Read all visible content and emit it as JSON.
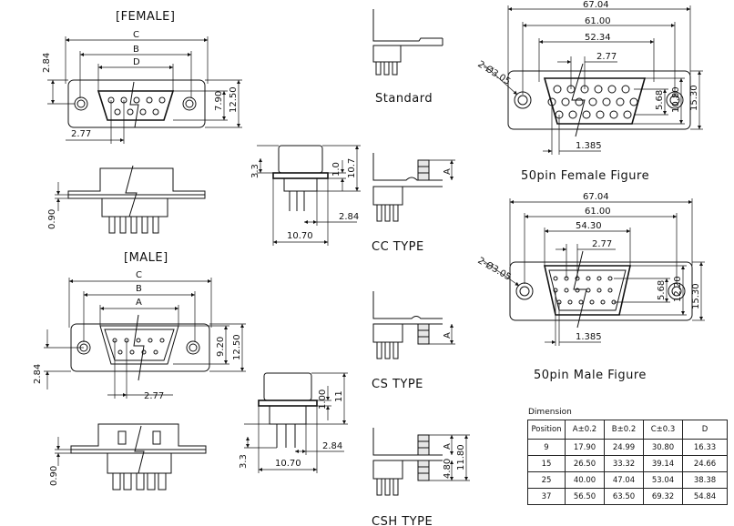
{
  "captions": {
    "female": "[FEMALE]",
    "male": "[MALE]",
    "standard": "Standard",
    "cc": "CC TYPE",
    "cs": "CS TYPE",
    "csh": "CSH TYPE",
    "female_fig": "50pin  Female  Figure",
    "male_fig": "50pin  Male  Figure"
  },
  "dims": {
    "f_c": "C",
    "f_b": "B",
    "f_d": "D",
    "f_284": "2.84",
    "f_790": "7.90",
    "f_1250": "12.50",
    "f_277": "2.77",
    "f_090": "0.90",
    "m_c": "C",
    "m_b": "B",
    "m_a": "A",
    "m_284": "2.84",
    "m_920": "9.20",
    "m_1250": "12.50",
    "m_277": "2.77",
    "m_090": "0.90",
    "s1_33": "3.3",
    "s1_10": "1.0",
    "s1_107": "10.7",
    "s1_284": "2.84",
    "s1_1070": "10.70",
    "s2_100": "1.00",
    "s2_11": "11",
    "s2_284": "2.84",
    "s2_33": "3.3",
    "s2_1070": "10.70",
    "cc_a": "A",
    "cs_a": "A",
    "csh_a": "A",
    "csh_480": "4.80",
    "csh_1180": "11.80",
    "ff_6704": "67.04",
    "ff_6100": "61.00",
    "ff_5234": "52.34",
    "ff_277": "2.77",
    "ff_hole": "2-Ø3.05",
    "ff_568": "5.68",
    "ff_1080": "10.80",
    "ff_1530": "15.30",
    "ff_1385": "1.385",
    "mf_6704": "67.04",
    "mf_6100": "61.00",
    "mf_5430": "54.30",
    "mf_277": "2.77",
    "mf_hole": "2-Ø3.05",
    "mf_568": "5.68",
    "mf_1220": "12.20",
    "mf_1530": "15.30",
    "mf_1385": "1.385"
  },
  "table": {
    "title": "Dimension",
    "headers": [
      "Position",
      "A±0.2",
      "B±0.2",
      "C±0.3",
      "D"
    ],
    "rows": [
      [
        "9",
        "17.90",
        "24.99",
        "30.80",
        "16.33"
      ],
      [
        "15",
        "26.50",
        "33.32",
        "39.14",
        "24.66"
      ],
      [
        "25",
        "40.00",
        "47.04",
        "53.04",
        "38.38"
      ],
      [
        "37",
        "56.50",
        "63.50",
        "69.32",
        "54.84"
      ]
    ]
  }
}
